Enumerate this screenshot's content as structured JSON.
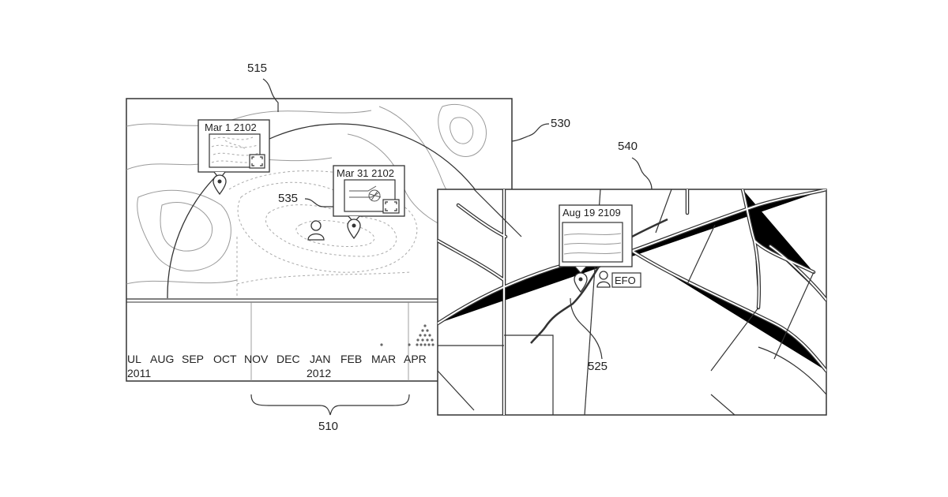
{
  "refs": {
    "r515": "515",
    "r530": "530",
    "r535": "535",
    "r540": "540",
    "r525": "525",
    "r510": "510"
  },
  "panel_left": {
    "popup1": {
      "date": "Mar 1 2102"
    },
    "popup2": {
      "date": "Mar 31 2102"
    }
  },
  "timeline": {
    "months": [
      "UL",
      "AUG",
      "SEP",
      "OCT",
      "NOV",
      "DEC",
      "JAN",
      "FEB",
      "MAR",
      "APR"
    ],
    "year_start": "2011",
    "year_mid": "2012"
  },
  "panel_right": {
    "popup": {
      "date": "Aug 19 2109"
    },
    "user_tag": "EFO"
  },
  "icons": [
    "map-pin-icon",
    "person-icon",
    "expand-icon"
  ]
}
